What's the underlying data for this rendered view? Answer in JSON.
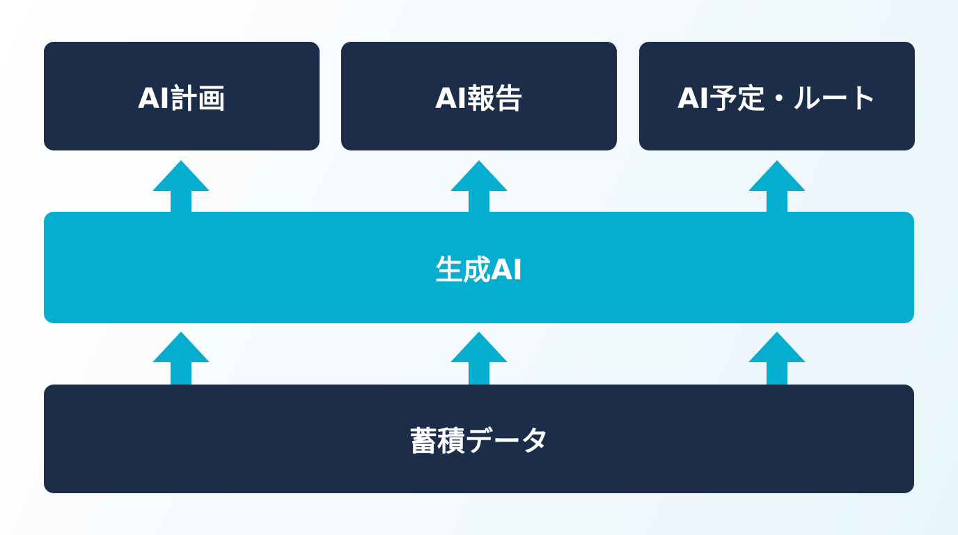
{
  "diagram": {
    "outputs": [
      {
        "label": "AI計画"
      },
      {
        "label": "AI報告"
      },
      {
        "label": "AI予定・ルート"
      }
    ],
    "engine": {
      "label": "生成AI"
    },
    "source": {
      "label": "蓄積データ"
    },
    "colors": {
      "dark_box": "#1b2d48",
      "engine_box": "#05adcf",
      "arrow": "#05adcf",
      "text": "#ffffff"
    },
    "arrow_icon": "up-arrow-icon"
  }
}
